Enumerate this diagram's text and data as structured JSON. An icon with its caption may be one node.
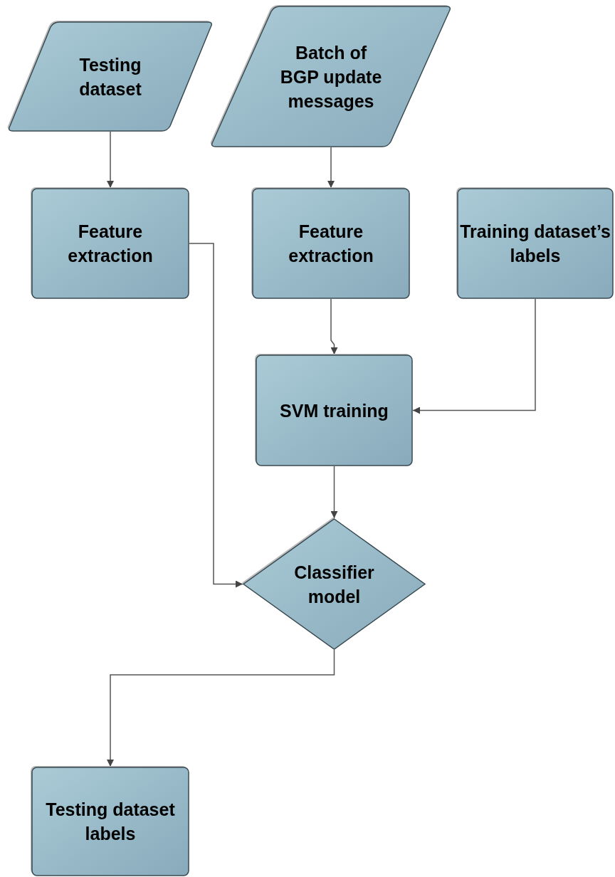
{
  "diagram": {
    "nodes": [
      {
        "text": [
          "Testing dataset"
        ]
      },
      {
        "text": [
          "Batch of BGP update messages"
        ]
      },
      {
        "text": [
          "Feature extraction"
        ]
      },
      {
        "text": [
          "Feature extraction"
        ]
      },
      {
        "text": [
          "Training dataset’s labels"
        ]
      },
      {
        "text": [
          "SVM training"
        ]
      },
      {
        "text": [
          "Classifier model"
        ]
      },
      {
        "text": [
          "Testing dataset labels"
        ]
      }
    ],
    "edges": [
      {
        "from": 0,
        "to": 2,
        "arrow": "to"
      },
      {
        "from": 1,
        "to": 3,
        "arrow": "to"
      },
      {
        "from": 3,
        "to": 5,
        "arrow": "to"
      },
      {
        "from": 4,
        "to": 5,
        "arrow": "to"
      },
      {
        "from": 2,
        "to": 6,
        "arrow": "to"
      },
      {
        "from": 5,
        "to": 6,
        "arrow": "to"
      },
      {
        "from": 6,
        "to": 7,
        "arrow": "to"
      }
    ]
  }
}
